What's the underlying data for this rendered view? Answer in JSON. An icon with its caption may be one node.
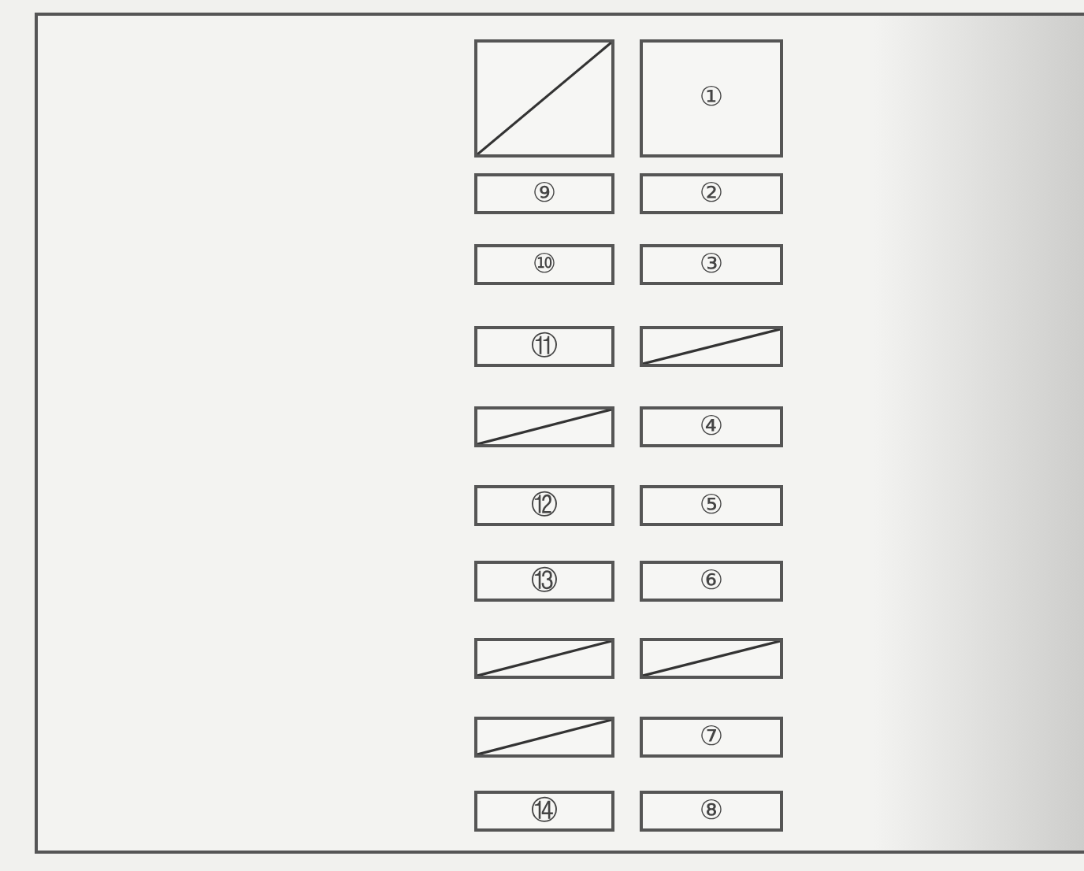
{
  "diagram": {
    "nodes": [
      {
        "text": [],
        "shape": "box"
      },
      {
        "text": [
          "①"
        ]
      },
      {
        "text": [
          "⑨"
        ]
      },
      {
        "text": [
          "②"
        ]
      },
      {
        "text": [
          "⑩"
        ]
      },
      {
        "text": [
          "③"
        ]
      },
      {
        "text": [
          "⑪"
        ]
      },
      {
        "text": [],
        "shape": "box"
      },
      {
        "text": [],
        "shape": "box"
      },
      {
        "text": [
          "④"
        ]
      },
      {
        "text": [
          "⑫"
        ]
      },
      {
        "text": [
          "⑤"
        ]
      },
      {
        "text": [
          "⑬"
        ]
      },
      {
        "text": [
          "⑥"
        ]
      },
      {
        "text": [],
        "shape": "box"
      },
      {
        "text": [],
        "shape": "box"
      },
      {
        "text": [],
        "shape": "box"
      },
      {
        "text": [
          "⑦"
        ]
      },
      {
        "text": [
          "⑭"
        ]
      },
      {
        "text": [
          "⑧"
        ]
      }
    ]
  }
}
